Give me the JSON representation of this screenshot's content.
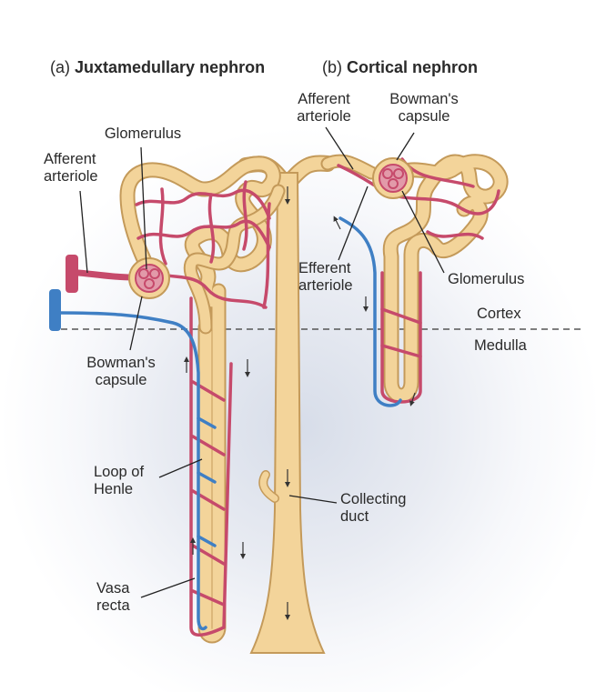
{
  "titles": {
    "a": {
      "prefix": "(a)",
      "name": "Juxtamedullary nephron"
    },
    "b": {
      "prefix": "(b)",
      "name": "Cortical nephron"
    }
  },
  "labels": {
    "glomerulus_a": "Glomerulus",
    "afferent_a_1": "Afferent",
    "afferent_a_2": "arteriole",
    "bowmans_a_1": "Bowman's",
    "bowmans_a_2": "capsule",
    "loop_1": "Loop of",
    "loop_2": "Henle",
    "vasa_1": "Vasa",
    "vasa_2": "recta",
    "afferent_b_1": "Afferent",
    "afferent_b_2": "arteriole",
    "bowmans_b_1": "Bowman's",
    "bowmans_b_2": "capsule",
    "efferent_b_1": "Efferent",
    "efferent_b_2": "arteriole",
    "glomerulus_b": "Glomerulus",
    "cortex": "Cortex",
    "medulla": "Medulla",
    "collecting_1": "Collecting",
    "collecting_2": "duct"
  },
  "colors": {
    "tubule": "#f3d49a",
    "tubule_edge": "#c49a5a",
    "artery": "#c64a6b",
    "vein": "#3f7fc4",
    "text": "#2a2a2a"
  }
}
